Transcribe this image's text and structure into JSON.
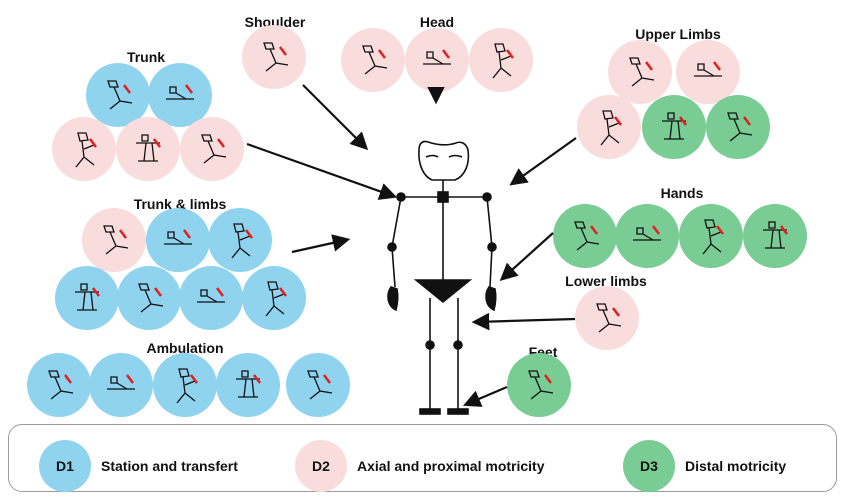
{
  "colors": {
    "d1": "#8fd3ef",
    "d2": "#f9dcdc",
    "d3": "#79cc93",
    "accent": "#e02020",
    "ink": "#111111"
  },
  "labels": {
    "trunk": "Trunk",
    "shoulder": "Shoulder",
    "head": "Head",
    "upper_limbs": "Upper Limbs",
    "trunk_limbs": "Trunk & limbs",
    "hands": "Hands",
    "lower_limbs": "Lower limbs",
    "ambulation": "Ambulation",
    "feet": "Feet"
  },
  "legend": [
    {
      "code": "D1",
      "text": "Station and transfert",
      "color": "#8fd3ef"
    },
    {
      "code": "D2",
      "text": "Axial and proximal motricity",
      "color": "#f9dcdc"
    },
    {
      "code": "D3",
      "text": "Distal motricity",
      "color": "#79cc93"
    }
  ],
  "groups": {
    "trunk": [
      "d1",
      "d1",
      "d2",
      "d2",
      "d2"
    ],
    "shoulder": [
      "d2"
    ],
    "head": [
      "d2",
      "d2",
      "d2"
    ],
    "upper_limbs": [
      "d2",
      "d2",
      "d2",
      "d3",
      "d3"
    ],
    "trunk_limbs": [
      "d2",
      "d1",
      "d1",
      "d1",
      "d1",
      "d1",
      "d1"
    ],
    "hands": [
      "d3",
      "d3",
      "d3",
      "d3"
    ],
    "lower_limbs": [
      "d2"
    ],
    "ambulation": [
      "d1",
      "d1",
      "d1",
      "d1",
      "d1"
    ],
    "feet": [
      "d3"
    ]
  }
}
